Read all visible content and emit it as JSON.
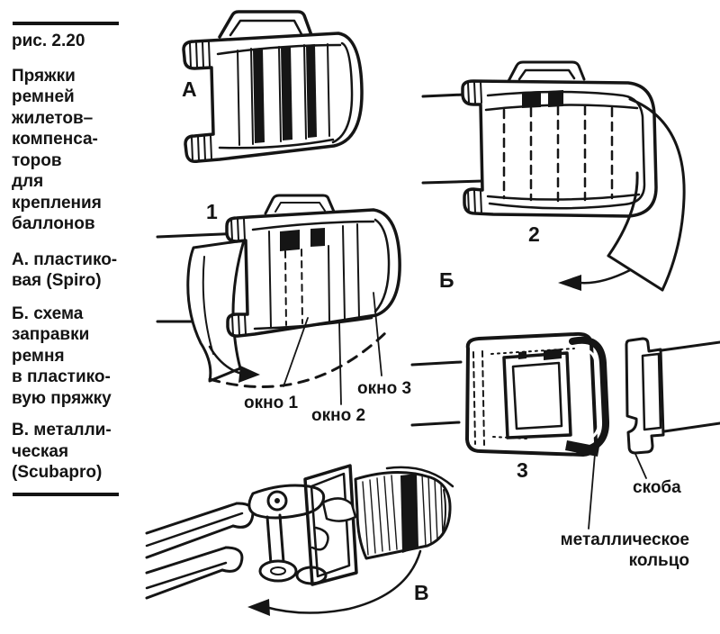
{
  "meta": {
    "ink_color": "#151515",
    "paper_color": "#ffffff"
  },
  "sidebar": {
    "figure_label": "рис. 2.20",
    "caption_lines": [
      "Пряжки",
      "ремней",
      "жилетов–",
      "компенса-",
      "торов",
      "для",
      "крепления",
      "баллонов"
    ],
    "item_a_lines": [
      "А. пластико-",
      "вая (Spiro)"
    ],
    "item_b_lines": [
      "Б. схема",
      "заправки",
      "ремня",
      "в пластико-",
      "вую пряжку"
    ],
    "item_v_lines": [
      "В. металли-",
      "ческая",
      "(Scubapro)"
    ]
  },
  "diagram": {
    "labels": {
      "a": "А",
      "b": "Б",
      "v": "В",
      "step1": "1",
      "step2": "2",
      "step3": "3",
      "window1": "окно 1",
      "window2": "окно 2",
      "window3": "окно 3",
      "bracket": "скоба",
      "metal_ring_lines": [
        "металлическое",
        "кольцо"
      ]
    }
  }
}
